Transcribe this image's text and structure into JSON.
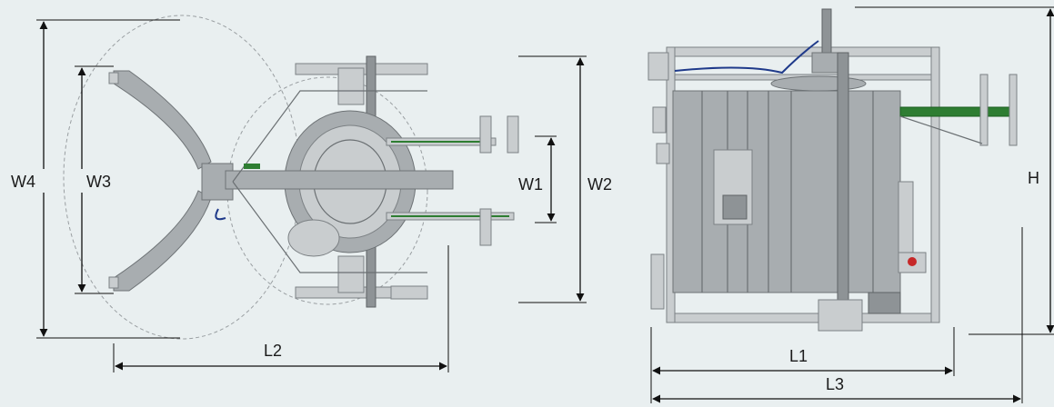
{
  "figure": {
    "left_view": {
      "labels": {
        "w4": "W4",
        "w3": "W3",
        "w1": "W1",
        "w2": "W2",
        "l2": "L2"
      }
    },
    "right_view": {
      "labels": {
        "h": "H",
        "l1": "L1",
        "l3": "L3"
      }
    }
  },
  "colors": {
    "background": "#e9eff0",
    "machine_gray": "#a8adb0",
    "dimension_line": "#111111",
    "conveyor_green": "#2e7d32",
    "warning_red": "#c62828",
    "cable_blue": "#1f3a8a"
  }
}
